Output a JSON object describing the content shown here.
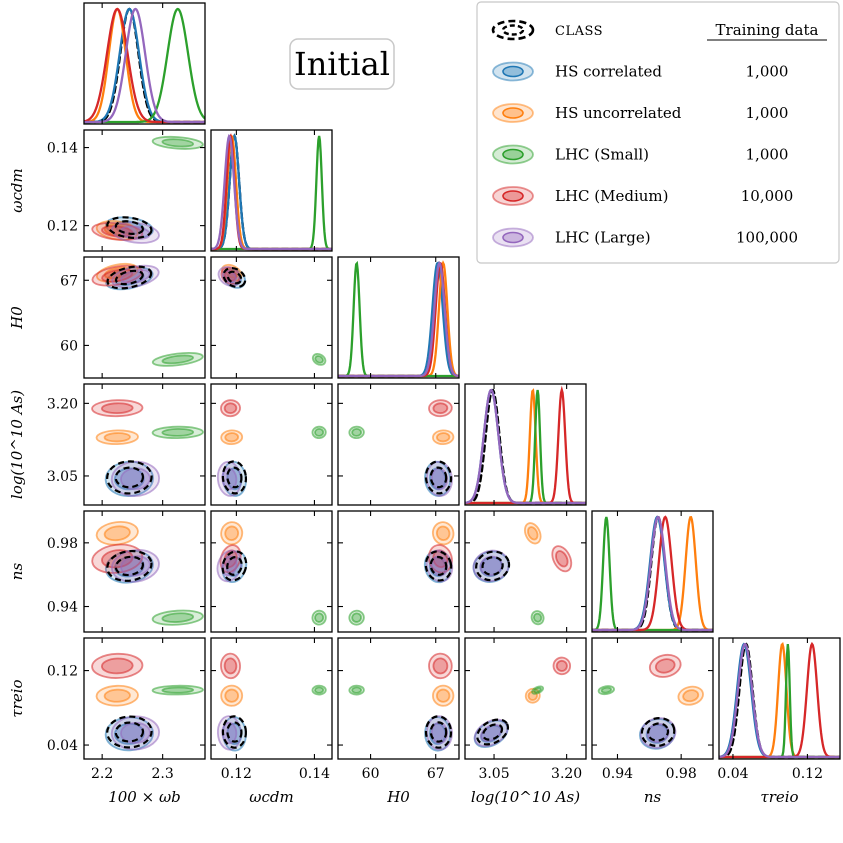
{
  "chart_data": {
    "type": "corner",
    "annotation": "Initial",
    "legend": {
      "placement": "top-right",
      "header": "Training data",
      "entries": [
        {
          "name": "CLASS",
          "training": "",
          "color": "#000000",
          "style": "dashed"
        },
        {
          "name": "HS correlated",
          "training": "1,000",
          "color": "#1f77b4",
          "style": "filled"
        },
        {
          "name": "HS uncorrelated",
          "training": "1,000",
          "color": "#ff7f0e",
          "style": "filled"
        },
        {
          "name": "LHC (Small)",
          "training": "1,000",
          "color": "#2ca02c",
          "style": "filled"
        },
        {
          "name": "LHC (Medium)",
          "training": "10,000",
          "color": "#d62728",
          "style": "filled"
        },
        {
          "name": "LHC (Large)",
          "training": "100,000",
          "color": "#9467bd",
          "style": "filled"
        }
      ]
    },
    "parameters": [
      {
        "label": "100 × ωb",
        "range": [
          2.17,
          2.37
        ],
        "ticks": [
          2.2,
          2.3
        ],
        "tick_labels": [
          "2.2",
          "2.3"
        ]
      },
      {
        "label": "ωcdm",
        "range": [
          0.1135,
          0.1445
        ],
        "ticks": [
          0.12,
          0.14
        ],
        "tick_labels": [
          "0.12",
          "0.14"
        ]
      },
      {
        "label": "H0",
        "range": [
          56.5,
          69.5
        ],
        "ticks": [
          60,
          67
        ],
        "tick_labels": [
          "60",
          "67"
        ]
      },
      {
        "label": "log(10^10 As)",
        "range": [
          2.99,
          3.24
        ],
        "ticks": [
          3.05,
          3.2
        ],
        "tick_labels": [
          "3.05",
          "3.20"
        ]
      },
      {
        "label": "ns",
        "range": [
          0.924,
          1.0
        ],
        "ticks": [
          0.94,
          0.98
        ],
        "tick_labels": [
          "0.94",
          "0.98"
        ]
      },
      {
        "label": "τreio",
        "range": [
          0.025,
          0.155
        ],
        "ticks": [
          0.04,
          0.12
        ],
        "tick_labels": [
          "0.04",
          "0.12"
        ]
      }
    ],
    "series": [
      {
        "name": "CLASS",
        "color": "#000000",
        "style": "dashed",
        "mean": [
          2.245,
          0.1195,
          67.3,
          3.047,
          0.9655,
          0.054
        ],
        "sigma": [
          0.015,
          0.0012,
          0.55,
          0.014,
          0.0042,
          0.007
        ]
      },
      {
        "name": "HS correlated",
        "color": "#1f77b4",
        "style": "filled",
        "mean": [
          2.245,
          0.1195,
          67.2,
          3.044,
          0.965,
          0.052
        ],
        "sigma": [
          0.016,
          0.0012,
          0.55,
          0.015,
          0.0045,
          0.0075
        ]
      },
      {
        "name": "HS uncorrelated",
        "color": "#ff7f0e",
        "style": "filled",
        "mean": [
          2.225,
          0.1188,
          67.8,
          3.13,
          0.986,
          0.093
        ],
        "sigma": [
          0.014,
          0.0011,
          0.45,
          0.006,
          0.0032,
          0.0045
        ]
      },
      {
        "name": "LHC (Small)",
        "color": "#2ca02c",
        "style": "filled",
        "mean": [
          2.325,
          0.1412,
          58.5,
          3.14,
          0.933,
          0.099
        ],
        "sigma": [
          0.017,
          0.0007,
          0.32,
          0.005,
          0.002,
          0.002
        ]
      },
      {
        "name": "LHC (Medium)",
        "color": "#d62728",
        "style": "filled",
        "mean": [
          2.225,
          0.1185,
          67.5,
          3.19,
          0.97,
          0.125
        ],
        "sigma": [
          0.017,
          0.001,
          0.5,
          0.007,
          0.004,
          0.0055
        ]
      },
      {
        "name": "LHC (Large)",
        "color": "#9467bd",
        "style": "filled",
        "mean": [
          2.255,
          0.1182,
          67.4,
          3.044,
          0.9655,
          0.053
        ],
        "sigma": [
          0.016,
          0.0012,
          0.55,
          0.015,
          0.0045,
          0.0075
        ]
      }
    ]
  }
}
